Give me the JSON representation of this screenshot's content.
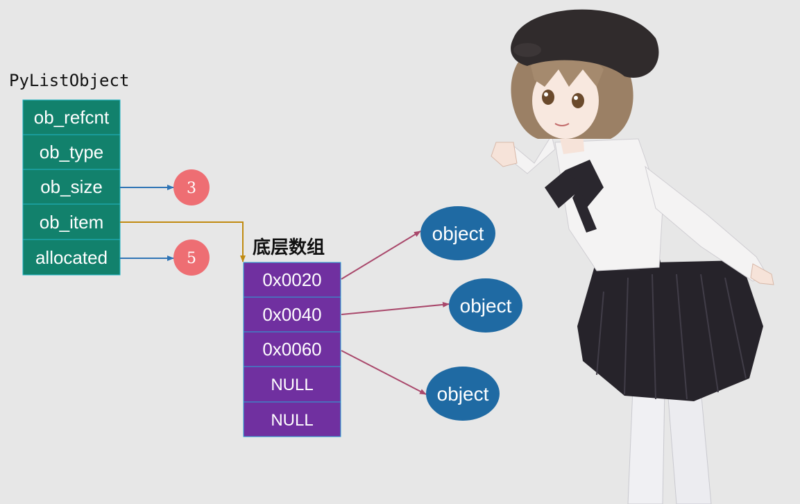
{
  "pylist": {
    "title": "PyListObject",
    "fields": [
      "ob_refcnt",
      "ob_type",
      "ob_size",
      "ob_item",
      "allocated"
    ]
  },
  "values": {
    "ob_size": "3",
    "allocated": "5"
  },
  "array": {
    "title": "底层数组",
    "cells": [
      "0x0020",
      "0x0040",
      "0x0060",
      "NULL",
      "NULL"
    ]
  },
  "objects": [
    "object",
    "object",
    "object"
  ],
  "colors": {
    "background": "#e7e7e7",
    "field_fill": "#12816c",
    "field_border": "#22b6c7",
    "array_fill": "#7030a0",
    "array_border": "#28a9d6",
    "value_circle": "#ee6e73",
    "object_ellipse": "#1f6aa3",
    "arrow_blue": "#2f74b5",
    "arrow_gold": "#c08a10",
    "arrow_red": "#a9486b"
  },
  "illustration": {
    "subject": "anime-girl-illustration"
  }
}
